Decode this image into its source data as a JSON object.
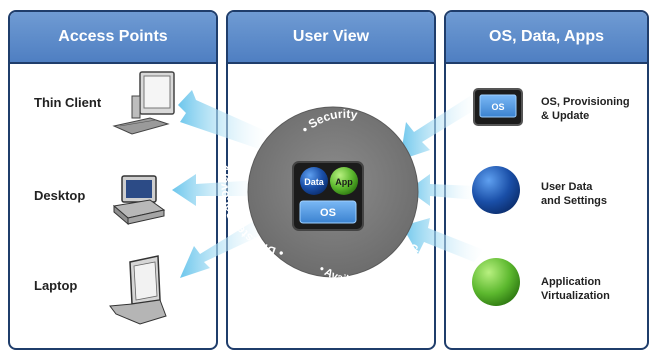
{
  "columns": [
    {
      "title": "Access Points"
    },
    {
      "title": "User View"
    },
    {
      "title": "OS, Data, Apps"
    }
  ],
  "access_points": [
    "Thin Client",
    "Desktop",
    "Laptop"
  ],
  "sources": [
    {
      "line1": "OS, Provisioning",
      "line2": "& Update"
    },
    {
      "line1": "User Data",
      "line2": "and Settings"
    },
    {
      "line1": "Application",
      "line2": "Virtualization"
    }
  ],
  "hub": {
    "arc_top": "• Security",
    "arc_left": "• Disaster Recovery",
    "arc_bottom": "• Availability & Backup",
    "data": "Data",
    "app": "App",
    "os": "OS"
  },
  "source_os_icon": "OS",
  "colors": {
    "header": "#5a88c8",
    "border": "#1f3d6b",
    "hub": "#7a7a7a",
    "arrow": "#7fd0ee",
    "os_blue": "#4a8fd8",
    "user_data_blue": "#1a4fa8",
    "app_green": "#5cb82e"
  },
  "icons": [
    "thin-client-icon",
    "desktop-icon",
    "laptop-icon",
    "os-box-icon",
    "user-data-sphere-icon",
    "application-sphere-icon"
  ]
}
